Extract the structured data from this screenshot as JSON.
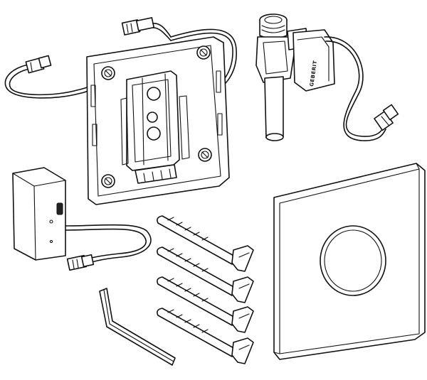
{
  "figure": {
    "brand_label": "GEBERIT",
    "parts": [
      {
        "id": "mounting-frame"
      },
      {
        "id": "solenoid-valve"
      },
      {
        "id": "power-supply-box"
      },
      {
        "id": "cover-plate"
      },
      {
        "id": "fixing-screws",
        "count": 4
      },
      {
        "id": "hex-key"
      }
    ]
  }
}
